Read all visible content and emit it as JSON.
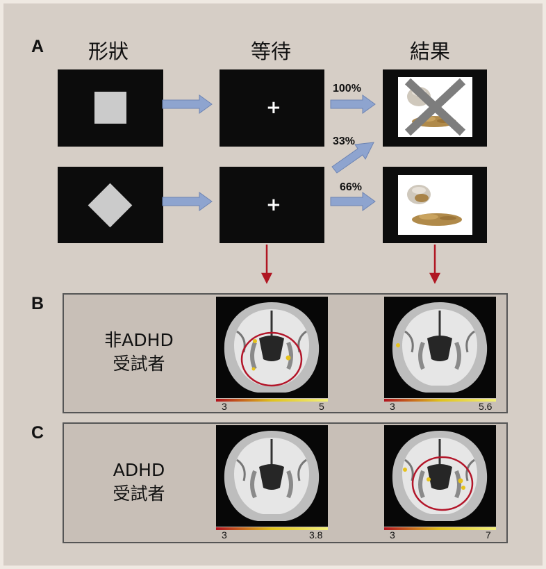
{
  "panels": {
    "a": "A",
    "b": "B",
    "c": "C"
  },
  "columns": {
    "shape": "形狀",
    "wait": "等待",
    "result": "結果"
  },
  "probabilities": {
    "p100": "100%",
    "p33": "33%",
    "p66": "66%"
  },
  "fixation_symbol": "+",
  "groups": {
    "non_adhd": {
      "line1": "非ADHD",
      "line2": "受試者"
    },
    "adhd": {
      "line1": "ADHD",
      "line2": "受試者"
    }
  },
  "scales": {
    "b_wait": {
      "min": "3",
      "max": "5"
    },
    "b_result": {
      "min": "3",
      "max": "5.6"
    },
    "c_wait": {
      "min": "3",
      "max": "3.8"
    },
    "c_result": {
      "min": "3",
      "max": "7"
    }
  },
  "colors": {
    "flow_arrow": "#8ea4cf",
    "down_arrow": "#b01622",
    "roi_circle": "#b3162a",
    "activation": "#e6c21c"
  },
  "icons": [
    "coin-jar-icon",
    "cross-out-icon",
    "brain-slice-icon"
  ]
}
